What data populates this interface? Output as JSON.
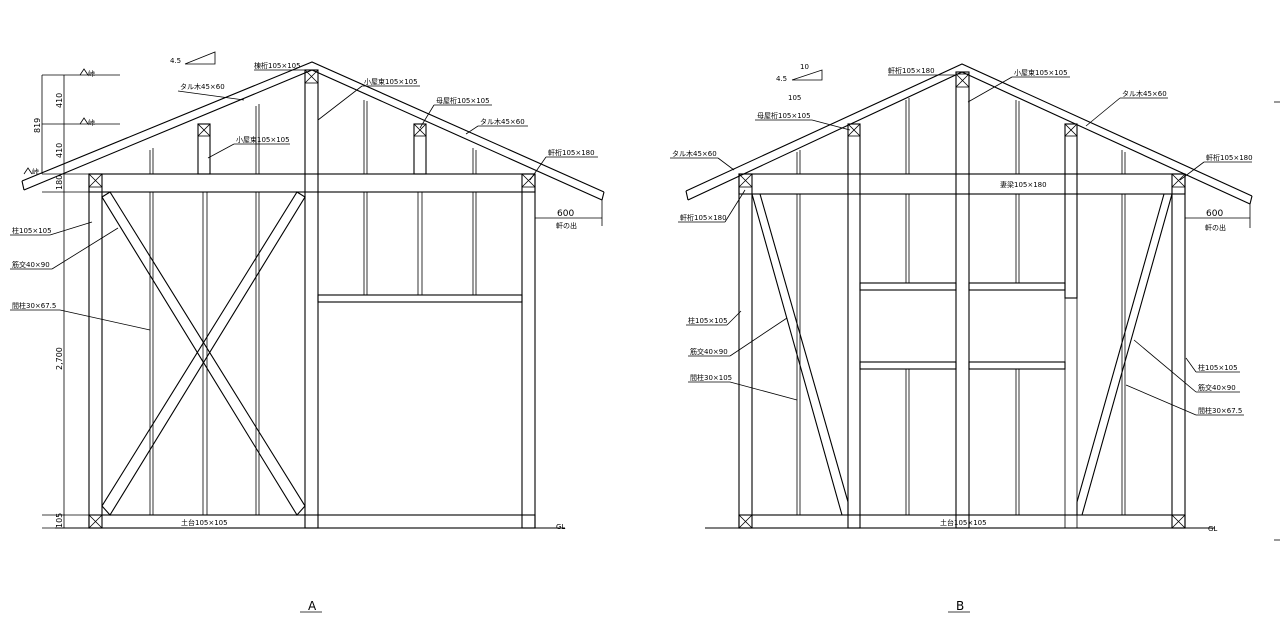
{
  "elevation_a": {
    "title": "A",
    "slope": "4.5",
    "labels": {
      "ridge_beam": "棟桁105×105",
      "rafter_left": "タル木45×60",
      "rafter_right": "タル木45×60",
      "short_post_left": "小屋束105×105",
      "short_post_top": "小屋束105×105",
      "purlin": "母屋桁105×105",
      "eave_beam": "軒桁105×180",
      "post": "柱105×105",
      "brace": "筋交40×90",
      "stud": "間柱30×67.5",
      "sill": "土台105×105",
      "gl": "GL",
      "eave_overhang_label": "軒の出"
    },
    "dimensions": {
      "d1": "410",
      "d2": "819",
      "d3": "410",
      "d4": "180",
      "d5": "2,700",
      "d6": "105",
      "overhang": "600",
      "level_mark": "峠"
    }
  },
  "elevation_b": {
    "title": "B",
    "slope_top": "10",
    "slope": "4.5",
    "slope_bottom": "105",
    "labels": {
      "eave_beam_top": "軒桁105×180",
      "short_post": "小屋束105×105",
      "rafter_right": "タル木45×60",
      "purlin": "母屋桁105×105",
      "rafter_left": "タル木45×60",
      "eave_beam_right": "軒桁105×180",
      "tie_beam": "妻梁105×180",
      "eave_beam_left": "軒桁105×180",
      "post_left": "柱105×105",
      "brace_left": "筋交40×90",
      "stud_left": "間柱30×105",
      "post_right": "柱105×105",
      "brace_right": "筋交40×90",
      "stud_right": "間柱30×67.5",
      "sill": "土台105×105",
      "gl": "GL",
      "eave_overhang_label": "軒の出"
    },
    "dimensions": {
      "overhang": "600"
    }
  }
}
